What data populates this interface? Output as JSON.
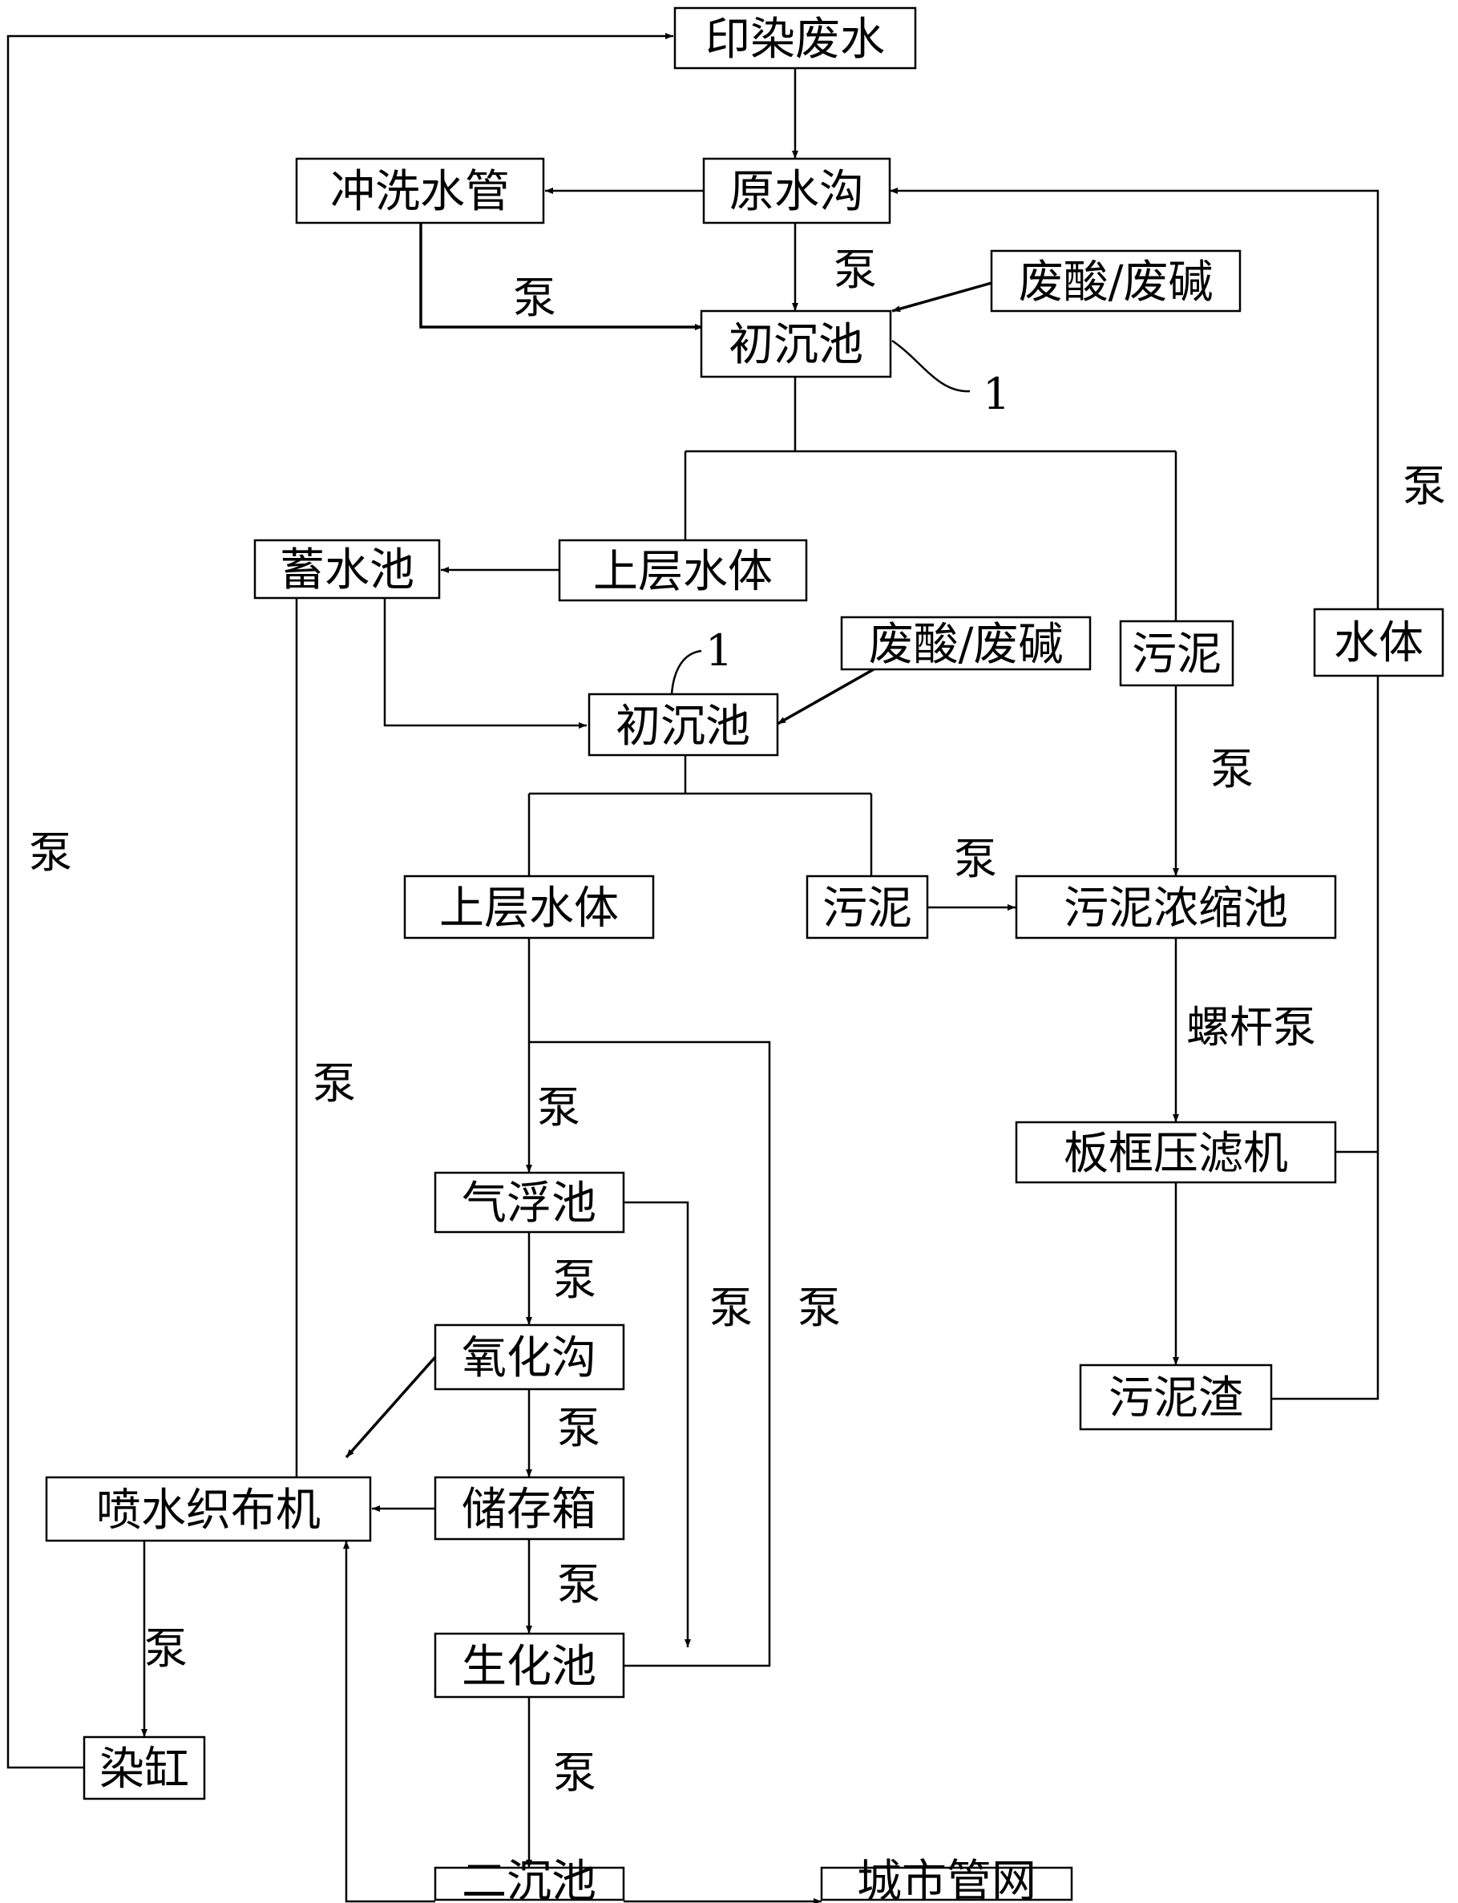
{
  "nodes": {
    "printing_dyeing_wastewater": "印染废水",
    "raw_water_ditch": "原水沟",
    "flushing_water_pipe": "冲洗水管",
    "waste_acid_alkali_1": "废酸/废碱",
    "primary_sedimentation_1": "初沉池",
    "upper_water_1": "上层水体",
    "reservoir": "蓄水池",
    "waste_acid_alkali_2": "废酸/废碱",
    "sludge_1": "污泥",
    "water_body": "水体",
    "primary_sedimentation_2": "初沉池",
    "upper_water_2": "上层水体",
    "sludge_2": "污泥",
    "sludge_thickening_tank": "污泥浓缩池",
    "plate_frame_filter_press": "板框压滤机",
    "air_flotation_tank": "气浮池",
    "oxidation_ditch": "氧化沟",
    "water_jet_loom": "喷水织布机",
    "storage_tank": "储存箱",
    "biochemical_tank": "生化池",
    "dye_vat": "染缸",
    "sludge_residue": "污泥渣",
    "secondary_sedimentation": "二沉池",
    "municipal_pipe_network": "城市管网"
  },
  "labels": {
    "pump": "泵",
    "screw_pump": "螺杆泵",
    "ref_1": "1"
  }
}
